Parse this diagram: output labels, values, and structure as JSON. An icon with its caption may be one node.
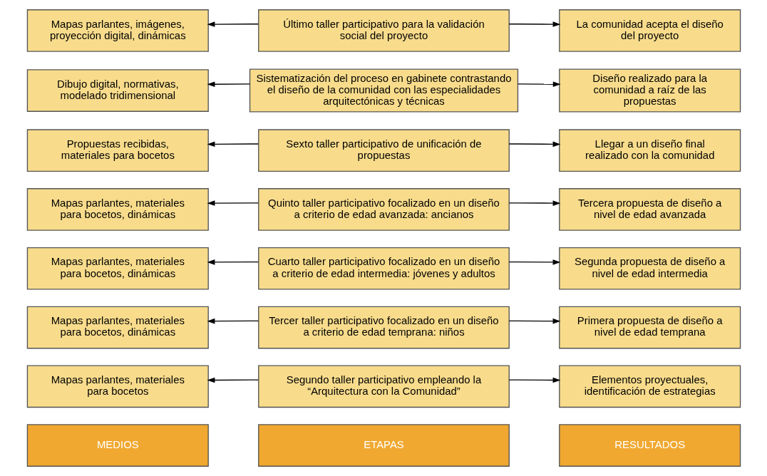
{
  "diagram": {
    "nodes": [
      {
        "text": [
          "MEDIOS"
        ]
      },
      {
        "text": [
          "ETAPAS"
        ]
      },
      {
        "text": [
          "RESULTADOS"
        ]
      },
      {
        "text": [
          "Mapas parlantes, materiales para bocetos"
        ]
      },
      {
        "text": [
          "Segundo taller participativo empleando la “Arquitectura con la Comunidad”"
        ]
      },
      {
        "text": [
          "Elementos proyectuales, identificación de estrategias"
        ]
      },
      {
        "text": [
          "Mapas parlantes, materiales para bocetos, dinámicas"
        ]
      },
      {
        "text": [
          "Tercer taller participativo focalizado en un diseño a criterio de edad temprana: niños"
        ]
      },
      {
        "text": [
          "Primera propuesta de diseño a nivel de edad temprana"
        ]
      },
      {
        "text": [
          "Mapas parlantes, materiales para bocetos, dinámicas"
        ]
      },
      {
        "text": [
          "Cuarto taller participativo focalizado en un diseño a criterio de edad intermedia: jóvenes y adultos"
        ]
      },
      {
        "text": [
          "Segunda propuesta de diseño a nivel de edad intermedia"
        ]
      },
      {
        "text": [
          "Mapas parlantes, materiales para bocetos, dinámicas"
        ]
      },
      {
        "text": [
          "Quinto taller participativo focalizado en un diseño a criterio de edad avanzada: ancianos"
        ]
      },
      {
        "text": [
          "Tercera propuesta de diseño a nivel de edad avanzada"
        ]
      },
      {
        "text": [
          "Propuestas recibidas, materiales para bocetos"
        ]
      },
      {
        "text": [
          "Sexto taller participativo de unificación de propuestas"
        ]
      },
      {
        "text": [
          "Llegar a un diseño final realizado con la comunidad"
        ]
      },
      {
        "text": [
          "Dibujo digital, normativas, modelado tridimensional"
        ]
      },
      {
        "text": [
          "Sistematización del proceso en gabinete contrastando el diseño de la comunidad con las especialidades arquitectónicas y técnicas"
        ]
      },
      {
        "text": [
          "Diseño realizado para la comunidad a raíz de las propuestas"
        ]
      },
      {
        "text": [
          "Mapas parlantes, imágenes, proyección digital, dinámicas"
        ]
      },
      {
        "text": [
          "Último taller participativo para la validación social del proyecto"
        ]
      },
      {
        "text": [
          "La comunidad acepta el diseño del proyecto"
        ]
      }
    ],
    "edges": [
      {
        "from": 4,
        "to": 3,
        "arrow": "to"
      },
      {
        "from": 4,
        "to": 5,
        "arrow": "to"
      },
      {
        "from": 7,
        "to": 6,
        "arrow": "to"
      },
      {
        "from": 7,
        "to": 8,
        "arrow": "to"
      },
      {
        "from": 10,
        "to": 9,
        "arrow": "to"
      },
      {
        "from": 10,
        "to": 11,
        "arrow": "to"
      },
      {
        "from": 13,
        "to": 12,
        "arrow": "to"
      },
      {
        "from": 13,
        "to": 14,
        "arrow": "to"
      },
      {
        "from": 16,
        "to": 15,
        "arrow": "to"
      },
      {
        "from": 16,
        "to": 17,
        "arrow": "to"
      },
      {
        "from": 19,
        "to": 18,
        "arrow": "to"
      },
      {
        "from": 19,
        "to": 20,
        "arrow": "to"
      },
      {
        "from": 22,
        "to": 21,
        "arrow": "to"
      },
      {
        "from": 22,
        "to": 23,
        "arrow": "to"
      }
    ]
  }
}
